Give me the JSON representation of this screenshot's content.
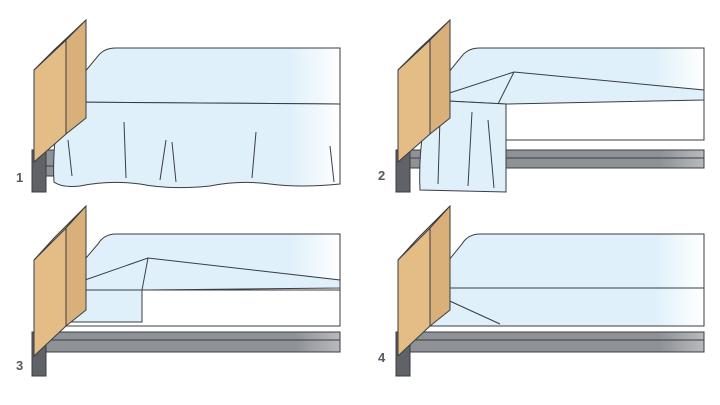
{
  "panels": [
    {
      "label": "1",
      "stage": "bed-with-draping-bedspread"
    },
    {
      "label": "2",
      "stage": "sheet-corner-lifted-onto-bed"
    },
    {
      "label": "3",
      "stage": "side-tucked-corner-folded-down"
    },
    {
      "label": "4",
      "stage": "hospital-corner-finished"
    }
  ],
  "colors": {
    "headboard": "#e3bd85",
    "sheet": "#dff0fa",
    "sheet_shadow": "#c7dfee",
    "white": "#ffffff",
    "frame": "#8e9196",
    "frame_dark": "#5f6266",
    "outline": "#3a3d42",
    "label": "#555a60"
  }
}
